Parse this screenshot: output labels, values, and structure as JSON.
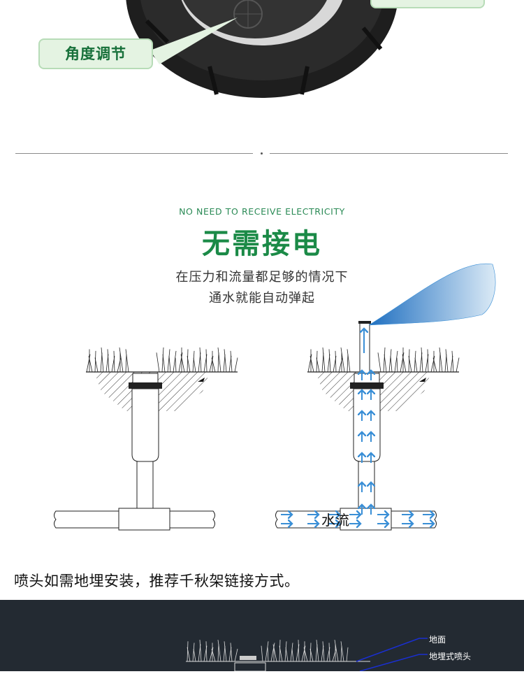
{
  "top_product": {
    "callout_label": "角度调节"
  },
  "feature": {
    "subtitle": "NO NEED TO RECEIVE ELECTRICITY",
    "title": "无需接电",
    "description_lines": [
      "在压力和流量都足够的情况下",
      "通水就能自动弹起"
    ],
    "water_flow_label": "水流",
    "accent_color": "#1b8a47",
    "water_color": "#3a8fd6"
  },
  "install_note": "喷头如需地埋安装，推荐千秋架链接方式。",
  "install_diagram": {
    "labels": [
      "地面",
      "地埋式喷头"
    ],
    "background": "#232a32"
  }
}
